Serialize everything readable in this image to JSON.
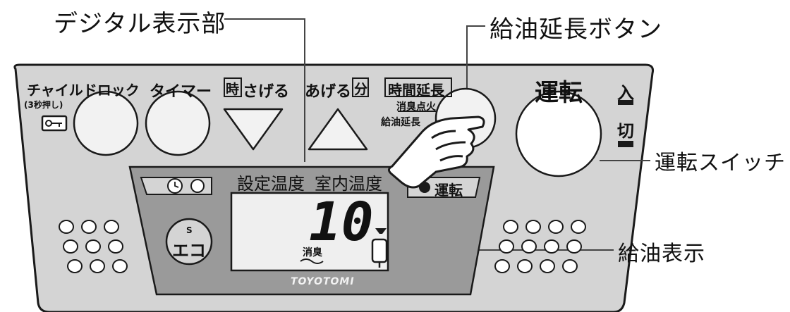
{
  "callouts": {
    "digital_display": "デジタル表示部",
    "refuel_extend_button": "給油延長ボタン",
    "operation_switch": "運転スイッチ",
    "refuel_indicator": "給油表示"
  },
  "buttons": {
    "child_lock": "チャイルドロック",
    "child_lock_hint": "(3秒押し)",
    "timer": "タイマー",
    "lower_prefix": "時",
    "lower": "さげる",
    "raise": "あげる",
    "raise_suffix": "分",
    "time_extend": "時間延長",
    "deodorize_ignite": "消臭点火",
    "refuel_extend_partial": "給油延長",
    "operation": "運転",
    "on": "入",
    "off": "切"
  },
  "display": {
    "set_temp_label": "設定温度",
    "room_temp_label": "室内温度",
    "operation_indicator": "運転",
    "value": "10",
    "deodorize": "消臭",
    "eco_badge": "エコ",
    "eco_small": "S",
    "brand": "TOYOTOMI"
  },
  "colors": {
    "panel": "#d4d4d4",
    "display_frame": "#9a9a9a",
    "lcd": "#efefef",
    "line": "#1a1a1a",
    "key_fill": "#f2f2f2"
  }
}
